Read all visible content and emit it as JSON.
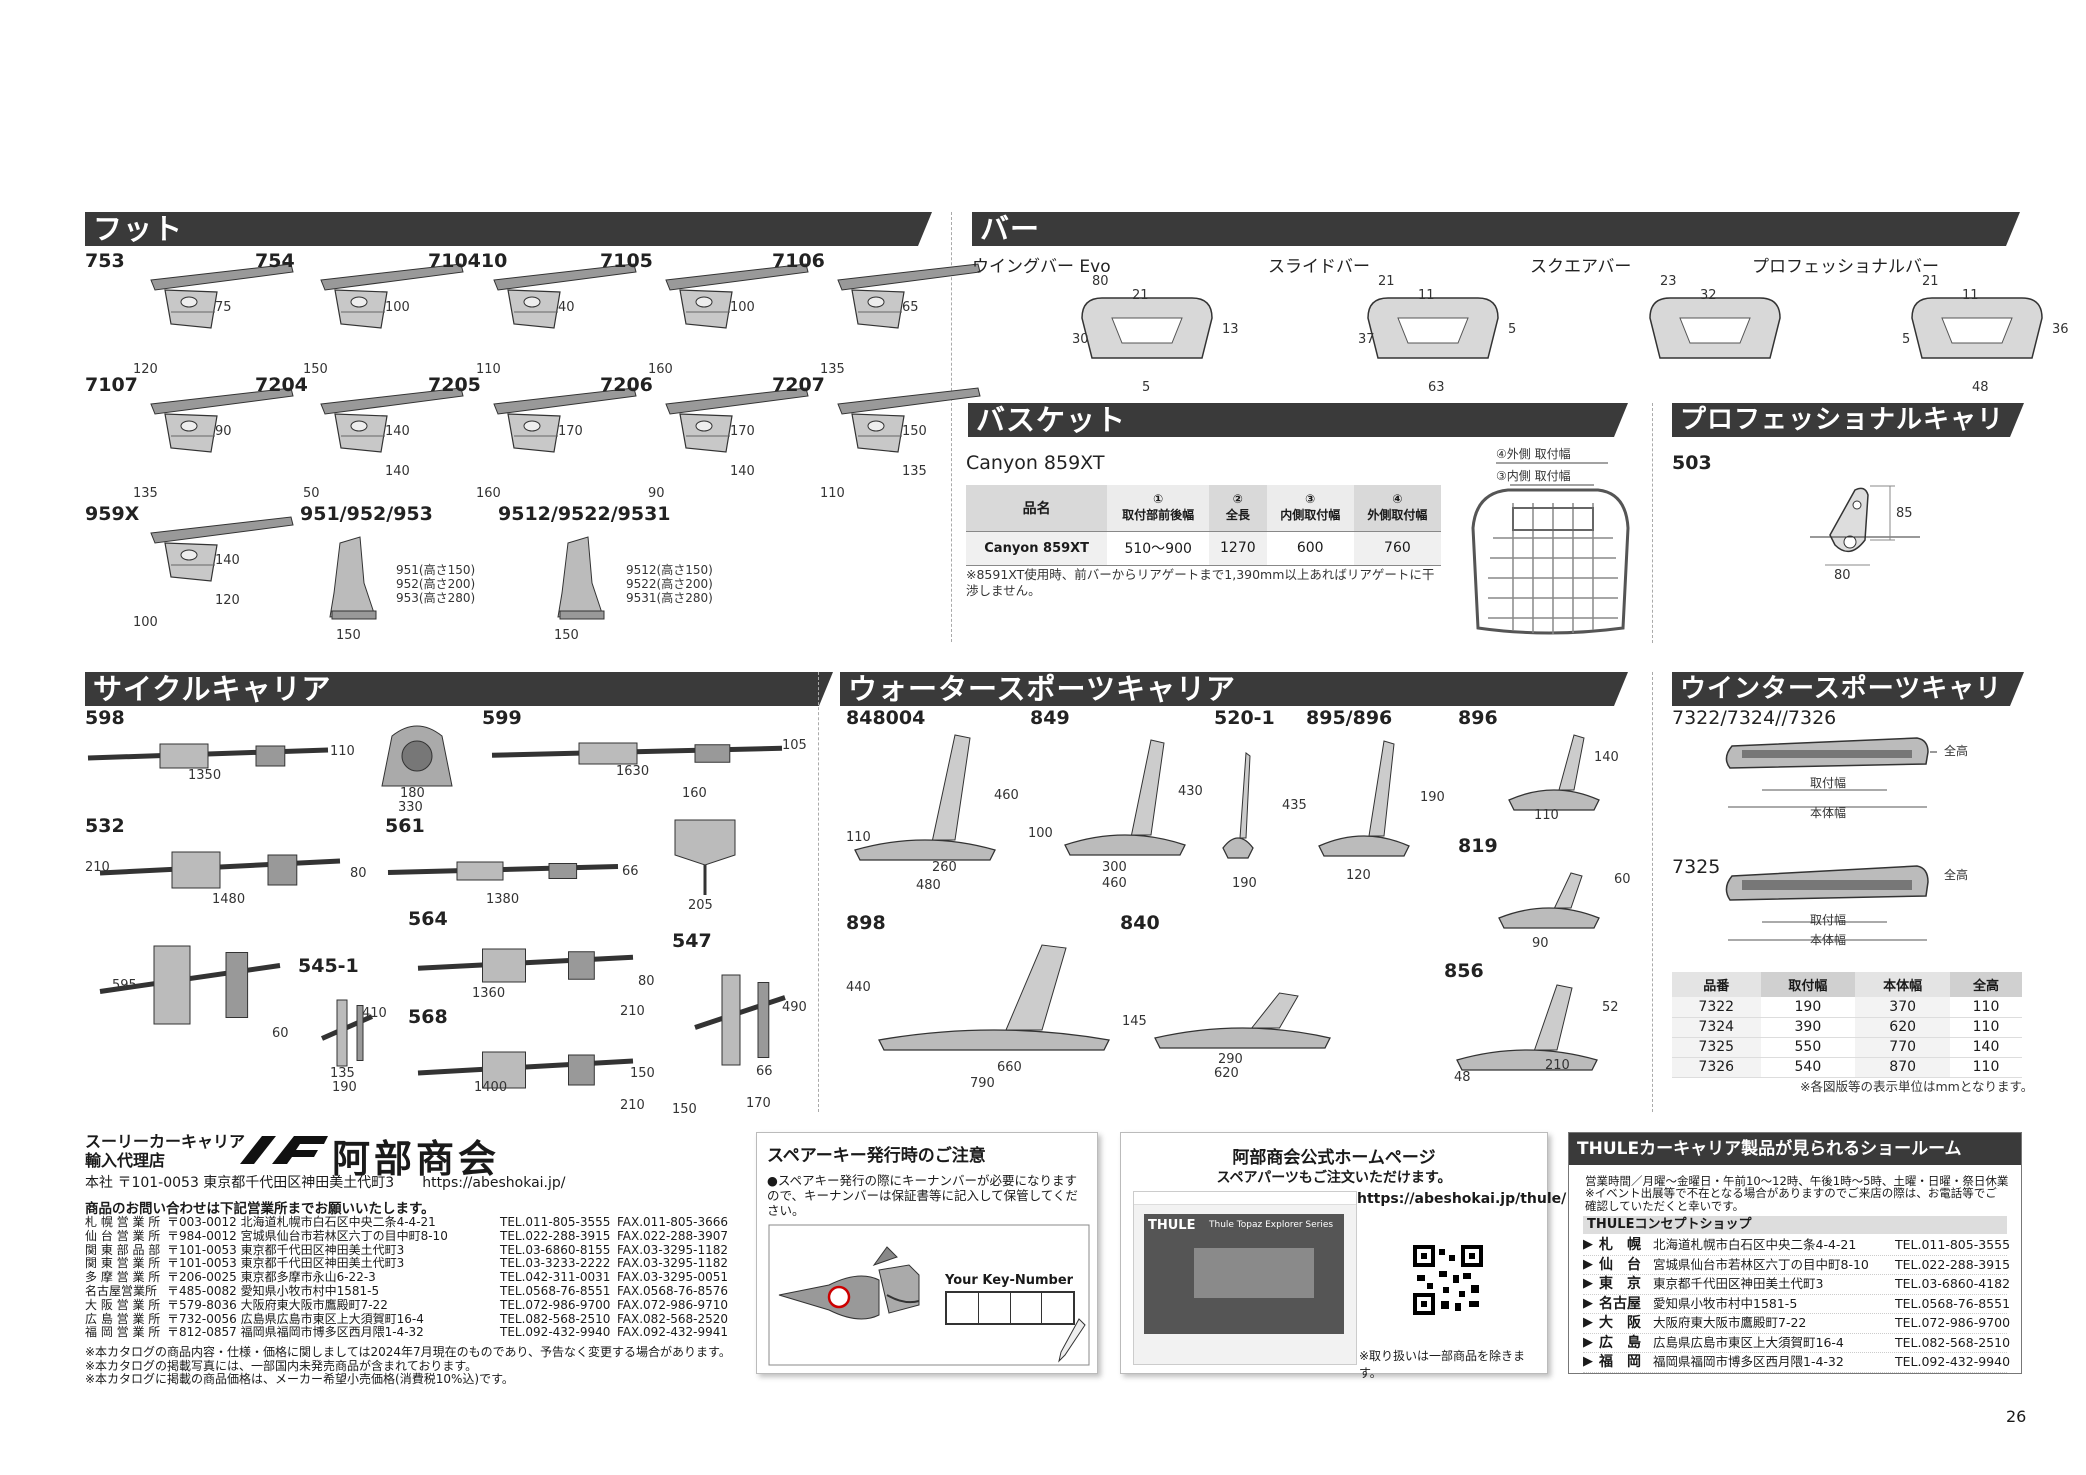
{
  "sections": {
    "foot": "フット",
    "bar": "バー",
    "basket": "バスケット",
    "pro": "プロフェッショナルキャリア",
    "cycle": "サイクルキャリア",
    "water": "ウォータースポーツキャリア",
    "winter": "ウインタースポーツキャリア"
  },
  "foot_items": [
    {
      "id": "753",
      "dims": [
        "75",
        "120"
      ]
    },
    {
      "id": "754",
      "dims": [
        "100",
        "150"
      ]
    },
    {
      "id": "710410",
      "dims": [
        "40",
        "110"
      ]
    },
    {
      "id": "7105",
      "dims": [
        "100",
        "160"
      ]
    },
    {
      "id": "7106",
      "dims": [
        "65",
        "135"
      ]
    },
    {
      "id": "7107",
      "dims": [
        "90",
        "135"
      ]
    },
    {
      "id": "7204",
      "dims": [
        "140",
        "50",
        "140"
      ]
    },
    {
      "id": "7205",
      "dims": [
        "170",
        "160"
      ]
    },
    {
      "id": "7206",
      "dims": [
        "170",
        "90",
        "140"
      ]
    },
    {
      "id": "7207",
      "dims": [
        "150",
        "110",
        "135"
      ]
    },
    {
      "id": "959X",
      "dims": [
        "140",
        "100",
        "120"
      ]
    },
    {
      "id": "951/952/953",
      "dims": [
        "951(高さ150)",
        "952(高さ200)",
        "953(高さ280)",
        "150"
      ]
    },
    {
      "id": "9512/9522/9531",
      "dims": [
        "9512(高さ150)",
        "9522(高さ200)",
        "9531(高さ280)",
        "150"
      ]
    }
  ],
  "bar_items": [
    {
      "name": "ウイングバー Evo",
      "dims": [
        "80",
        "21",
        "13",
        "30",
        "5"
      ]
    },
    {
      "name": "スライドバー",
      "dims": [
        "21",
        "11",
        "5",
        "37",
        "63"
      ]
    },
    {
      "name": "スクエアバー",
      "dims": [
        "23",
        "32"
      ]
    },
    {
      "name": "プロフェッショナルバー",
      "dims": [
        "21",
        "11",
        "36",
        "5",
        "48"
      ]
    }
  ],
  "basket": {
    "model": "Canyon 859XT",
    "headers": [
      "品名",
      "①\n取付部前後幅",
      "②\n全長",
      "③\n内側取付幅",
      "④\n外側取付幅"
    ],
    "row": [
      "Canyon 859XT",
      "510～900",
      "1270",
      "600",
      "760"
    ],
    "note": "※8591XT使用時、前バーからリアゲートまで1,390mm以上あればリアゲートに干渉しません。",
    "diagram_labels": [
      "④外側 取付幅",
      "③内側 取付幅"
    ]
  },
  "pro_item": {
    "id": "503",
    "dims": [
      "85",
      "80"
    ]
  },
  "cycle_items": [
    {
      "id": "598",
      "dims": [
        "110",
        "1350",
        "180",
        "330"
      ]
    },
    {
      "id": "599",
      "dims": [
        "105",
        "1630",
        "160",
        "205"
      ]
    },
    {
      "id": "532",
      "dims": [
        "210",
        "80",
        "1480"
      ]
    },
    {
      "id": "561",
      "dims": [
        "66",
        "1380"
      ]
    },
    {
      "id": "595_dims",
      "dims": [
        "595",
        "60"
      ]
    },
    {
      "id": "545-1",
      "dims": [
        "410",
        "135",
        "190"
      ]
    },
    {
      "id": "564",
      "dims": [
        "80",
        "1360",
        "210"
      ]
    },
    {
      "id": "568",
      "dims": [
        "150",
        "1400",
        "210"
      ]
    },
    {
      "id": "547",
      "dims": [
        "490",
        "66",
        "150",
        "170"
      ]
    }
  ],
  "water_items": [
    {
      "id": "848004",
      "dims": [
        "460",
        "110",
        "260",
        "480"
      ]
    },
    {
      "id": "849",
      "dims": [
        "430",
        "100",
        "300",
        "460"
      ]
    },
    {
      "id": "520-1",
      "dims": [
        "435",
        "190"
      ]
    },
    {
      "id": "895/896",
      "dims": [
        "190",
        "120"
      ]
    },
    {
      "id": "896",
      "dims": [
        "140",
        "110"
      ]
    },
    {
      "id": "819",
      "dims": [
        "60",
        "90"
      ]
    },
    {
      "id": "898",
      "dims": [
        "440",
        "660",
        "790"
      ]
    },
    {
      "id": "840",
      "dims": [
        "145",
        "290",
        "620"
      ]
    },
    {
      "id": "856",
      "dims": [
        "52",
        "210",
        "48"
      ]
    }
  ],
  "winter": {
    "models_a": "7322/7324//7326",
    "models_b": "7325",
    "labels": {
      "height": "全高",
      "mount": "取付幅",
      "body": "本体幅"
    },
    "table_headers": [
      "品番",
      "取付幅",
      "本体幅",
      "全高"
    ],
    "table_rows": [
      [
        "7322",
        "190",
        "370",
        "110"
      ],
      [
        "7324",
        "390",
        "620",
        "110"
      ],
      [
        "7325",
        "550",
        "770",
        "140"
      ],
      [
        "7326",
        "540",
        "870",
        "110"
      ]
    ],
    "note": "※各図版等の表示単位はmmとなります。"
  },
  "footer": {
    "agent_line1": "スーリーカーキャリア",
    "agent_line2": "輸入代理店",
    "company": "阿部商会",
    "hq": "本社 〒101-0053 東京都千代田区神田美土代町3　　https://abeshokai.jp/",
    "inquiry": "商品のお問い合わせは下記営業所までお願いいたします。",
    "offices": [
      [
        "札 幌 営 業 所",
        "〒003-0012 北海道札幌市白石区中央二条4-4-21",
        "TEL.011-805-3555",
        "FAX.011-805-3666"
      ],
      [
        "仙 台 営 業 所",
        "〒984-0012 宮城県仙台市若林区六丁の目中町8-10",
        "TEL.022-288-3915",
        "FAX.022-288-3907"
      ],
      [
        "関 東 部 品 部",
        "〒101-0053 東京都千代田区神田美土代町3",
        "TEL.03-6860-8155",
        "FAX.03-3295-1182"
      ],
      [
        "関 東 営 業 所",
        "〒101-0053 東京都千代田区神田美土代町3",
        "TEL.03-3233-2222",
        "FAX.03-3295-1182"
      ],
      [
        "多 摩 営 業 所",
        "〒206-0025 東京都多摩市永山6-22-3",
        "TEL.042-311-0031",
        "FAX.03-3295-0051"
      ],
      [
        "名古屋営業所",
        "〒485-0082 愛知県小牧市村中1581-5",
        "TEL.0568-76-8551",
        "FAX.0568-76-8576"
      ],
      [
        "大 阪 営 業 所",
        "〒579-8036 大阪府東大阪市鷹殿町7-22",
        "TEL.072-986-9700",
        "FAX.072-986-9710"
      ],
      [
        "広 島 営 業 所",
        "〒732-0056 広島県広島市東区上大須賀町16-4",
        "TEL.082-568-2510",
        "FAX.082-568-2520"
      ],
      [
        "福 岡 営 業 所",
        "〒812-0857 福岡県福岡市博多区西月隈1-4-32",
        "TEL.092-432-9940",
        "FAX.092-432-9941"
      ]
    ],
    "notes": [
      "※本カタログの商品内容・仕様・価格に関しましては2024年7月現在のものであり、予告なく変更する場合があります。",
      "※本カタログの掲載写真には、一部国内未発売商品が含まれております。",
      "※本カタログに掲載の商品価格は、メーカー希望小売価格(消費税10%込)です。"
    ],
    "spare_key": {
      "title": "スペアーキー発行時のご注意",
      "body": "●スペアキー発行の際にキーナンバーが必要になりますので、キーナンバーは保証書等に記入して保管してください。",
      "key_label": "Your Key-Number"
    },
    "homepage": {
      "title": "阿部商会公式ホームページ",
      "subtitle": "スペアパーツもご注文いただけます。",
      "url": "https://abeshokai.jp/thule/",
      "note": "※取り扱いは一部商品を除きます。",
      "screen_brand": "THULE",
      "screen_heading": "Thule Topaz Explorer Series"
    },
    "showroom": {
      "title": "THULEカーキャリア製品が見られるショールーム",
      "hours": "営業時間／月曜～金曜日・午前10～12時、午後1時～5時、土曜・日曜・祭日休業",
      "hours_note": "※イベント出展等で不在となる場合がありますのでご来店の際は、お電話等でご確認していただくと幸いです。",
      "shop_title": "THULEコンセプトショップ",
      "shops": [
        [
          "札　幌",
          "北海道札幌市白石区中央二条4-4-21",
          "TEL.011-805-3555"
        ],
        [
          "仙　台",
          "宮城県仙台市若林区六丁の目中町8-10",
          "TEL.022-288-3915"
        ],
        [
          "東　京",
          "東京都千代田区神田美土代町3",
          "TEL.03-6860-4182"
        ],
        [
          "名古屋",
          "愛知県小牧市村中1581-5",
          "TEL.0568-76-8551"
        ],
        [
          "大　阪",
          "大阪府東大阪市鷹殿町7-22",
          "TEL.072-986-9700"
        ],
        [
          "広　島",
          "広島県広島市東区上大須賀町16-4",
          "TEL.082-568-2510"
        ],
        [
          "福　岡",
          "福岡県福岡市博多区西月隈1-4-32",
          "TEL.092-432-9940"
        ]
      ]
    }
  },
  "page_number": "26"
}
